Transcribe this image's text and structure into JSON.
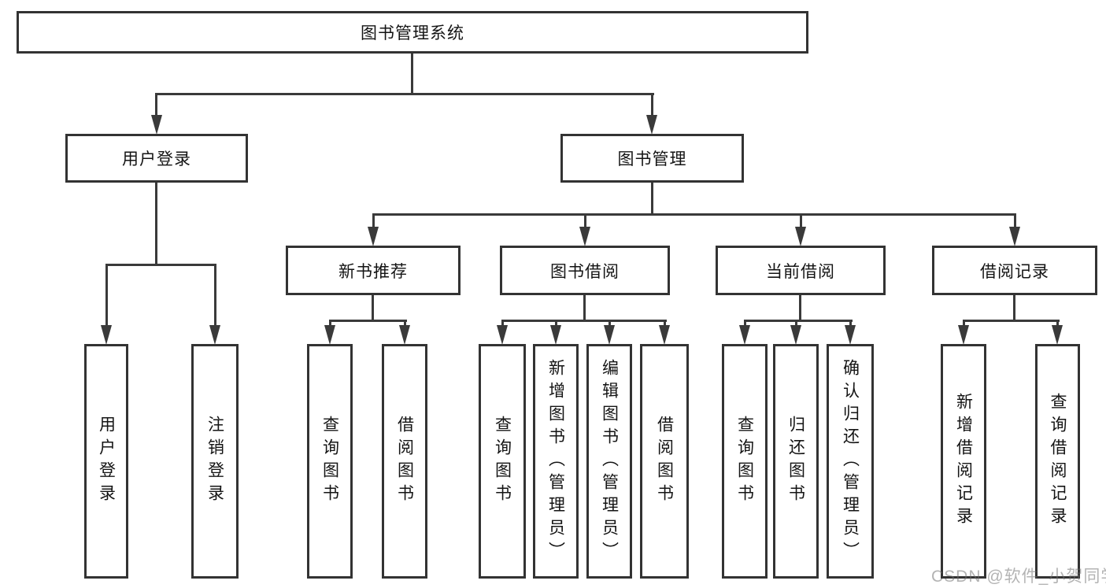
{
  "tree": {
    "root": {
      "label": "图书管理系统",
      "children": [
        {
          "label": "用户登录",
          "children": [
            {
              "label": "用户登录"
            },
            {
              "label": "注销登录"
            }
          ]
        },
        {
          "label": "图书管理",
          "children": [
            {
              "label": "新书推荐",
              "children": [
                {
                  "label": "查询图书"
                },
                {
                  "label": "借阅图书"
                }
              ]
            },
            {
              "label": "图书借阅",
              "children": [
                {
                  "label": "查询图书"
                },
                {
                  "label": "新增图书（管理员）"
                },
                {
                  "label": "编辑图书（管理员）"
                },
                {
                  "label": "借阅图书"
                }
              ]
            },
            {
              "label": "当前借阅",
              "children": [
                {
                  "label": "查询图书"
                },
                {
                  "label": "归还图书"
                },
                {
                  "label": "确认归还（管理员）"
                }
              ]
            },
            {
              "label": "借阅记录",
              "children": [
                {
                  "label": "新增借阅记录"
                },
                {
                  "label": "查询借阅记录"
                }
              ]
            }
          ]
        }
      ]
    }
  },
  "watermark": "CSDN @软件_小贺同学",
  "colors": {
    "line": "#3a3a3a",
    "border": "#333333",
    "text": "#141414",
    "background": "#ffffff",
    "watermark_gray": "#c6c6c6"
  }
}
